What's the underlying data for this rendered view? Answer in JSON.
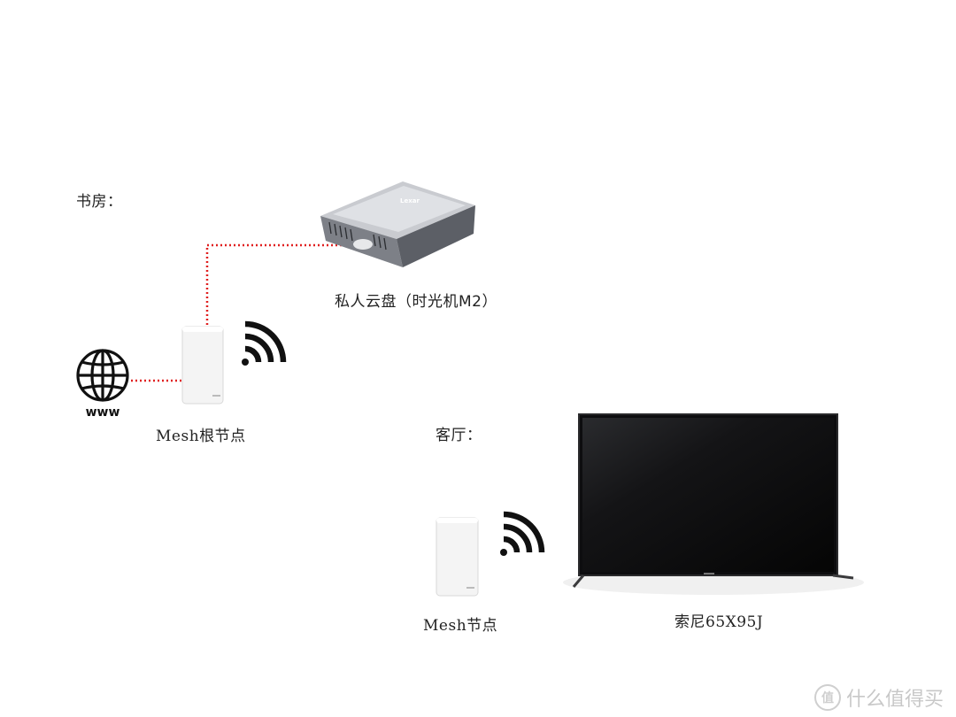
{
  "labels": {
    "study": "书房：",
    "living_room": "客厅：",
    "nas": "私人云盘（时光机M2）",
    "mesh_root": "Mesh根节点",
    "mesh_node": "Mesh节点",
    "tv": "索尼65X95J",
    "www": "www"
  },
  "watermark": {
    "glyph": "值",
    "text": "什么值得买"
  },
  "colors": {
    "link_wired": "#e02020",
    "wifi": "#111111"
  },
  "icons": [
    "globe-icon",
    "wifi-icon",
    "mesh-router-icon",
    "nas-icon",
    "tv-icon"
  ]
}
